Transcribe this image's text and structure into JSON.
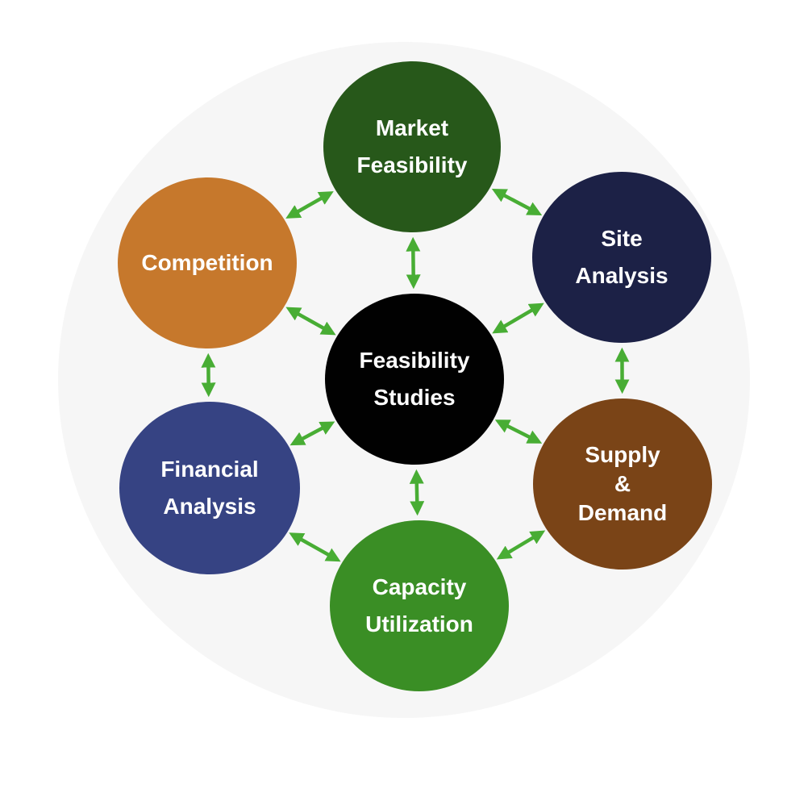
{
  "diagram": {
    "center": {
      "label": "Feasibility\nStudies",
      "color": "#010101"
    },
    "nodes": [
      {
        "id": "market",
        "label": "Market\nFeasibility",
        "color": "#27581a"
      },
      {
        "id": "site",
        "label": "Site\nAnalysis",
        "color": "#1c2146"
      },
      {
        "id": "supply",
        "label": "Supply\n&\nDemand",
        "color": "#7a4417"
      },
      {
        "id": "cap",
        "label": "Capacity\nUtilization",
        "color": "#3a8e25"
      },
      {
        "id": "fin",
        "label": "Financial\nAnalysis",
        "color": "#364383"
      },
      {
        "id": "comp",
        "label": "Competition",
        "color": "#c6782c"
      }
    ],
    "arrow_color": "#48ad34",
    "backdrop_color": "#f6f6f6",
    "connections": [
      [
        "market",
        "site"
      ],
      [
        "site",
        "supply"
      ],
      [
        "supply",
        "cap"
      ],
      [
        "cap",
        "fin"
      ],
      [
        "fin",
        "comp"
      ],
      [
        "comp",
        "market"
      ],
      [
        "center",
        "market"
      ],
      [
        "center",
        "site"
      ],
      [
        "center",
        "supply"
      ],
      [
        "center",
        "cap"
      ],
      [
        "center",
        "fin"
      ],
      [
        "center",
        "comp"
      ]
    ]
  }
}
